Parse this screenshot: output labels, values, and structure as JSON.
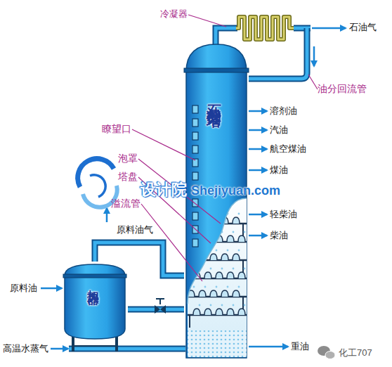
{
  "diagram": {
    "nodes": [
      {
        "text": [
          "石油分馏塔"
        ]
      },
      {
        "text": [
          "加热器"
        ]
      }
    ],
    "edges": [
      {
        "from": 1,
        "to": 0,
        "label": "原料油气",
        "arrow": "none"
      },
      {
        "from": 1,
        "to": 0,
        "arrow": "none"
      }
    ],
    "labels": [
      "冷凝器",
      "石油气",
      "油分回流管",
      "溶剂油",
      "汽油",
      "航空煤油",
      "煤油",
      "轻柴油",
      "柴油",
      "重油",
      "瞭望口",
      "泡罩",
      "塔盘",
      "溢流管",
      "原料油",
      "高温水蒸气",
      "设计院",
      "Shejiyuan.com",
      "化工707"
    ]
  }
}
